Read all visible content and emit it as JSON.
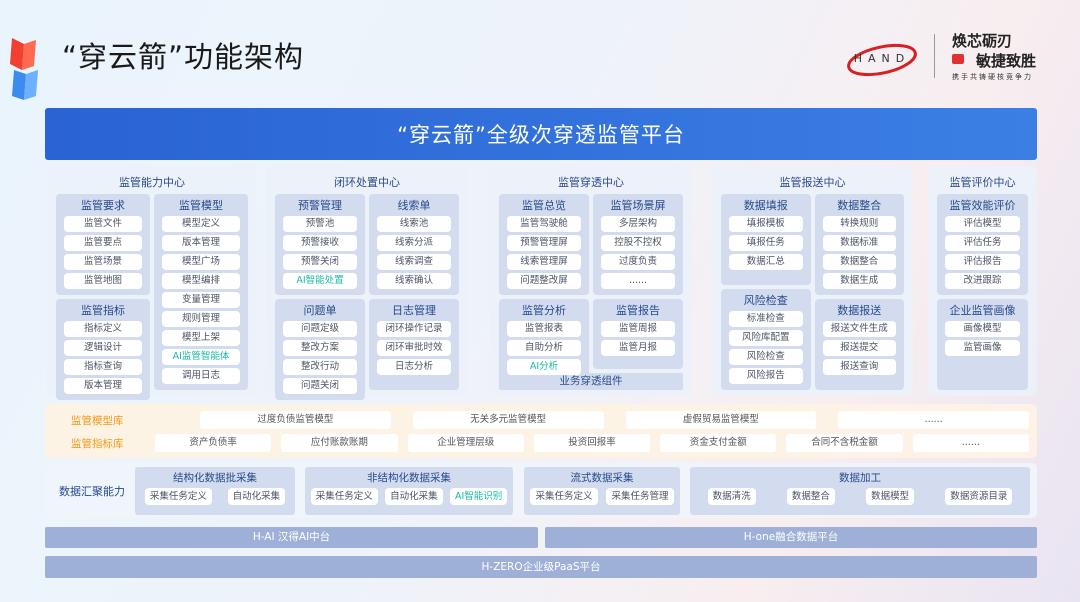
{
  "header": {
    "title": "“穿云箭”功能架构",
    "logo_text": "HAND",
    "slogan_line1": "焕芯砺刃",
    "slogan_line2": "敏捷致胜",
    "slogan_line3": "携手共铸硬核竞争力"
  },
  "banner": "“穿云箭”全级次穿透监管平台",
  "centers": [
    {
      "title": "监管能力中心",
      "cols": [
        [
          {
            "title": "监管要求",
            "items": [
              "监管文件",
              "监管要点",
              "监管场景",
              "监管地图"
            ]
          },
          {
            "title": "监管指标",
            "items": [
              "指标定义",
              "逻辑设计",
              "指标查询",
              "版本管理"
            ]
          }
        ],
        [
          {
            "title": "监管模型",
            "items": [
              "模型定义",
              "版本管理",
              "模型广场",
              "模型编排",
              "变量管理",
              "规则管理",
              "模型上架",
              "AI监管智能体",
              "调用日志"
            ]
          }
        ]
      ]
    },
    {
      "title": "闭环处置中心",
      "cols": [
        [
          {
            "title": "预警管理",
            "items": [
              "预警池",
              "预警接收",
              "预警关闭",
              "AI智能处置"
            ]
          },
          {
            "title": "问题单",
            "items": [
              "问题定级",
              "整改方案",
              "整改行动",
              "问题关闭"
            ]
          }
        ],
        [
          {
            "title": "线索单",
            "items": [
              "线索池",
              "线索分派",
              "线索调查",
              "线索确认"
            ]
          },
          {
            "title": "日志管理",
            "items": [
              "闭环操作记录",
              "闭环审批时效",
              "日志分析"
            ]
          }
        ]
      ]
    },
    {
      "title": "监管穿透中心",
      "cols": [
        [
          {
            "title": "监管总览",
            "items": [
              "监管驾驶舱",
              "预警管理屏",
              "线索管理屏",
              "问题整改屏"
            ]
          },
          {
            "title": "监管分析",
            "items": [
              "监管报表",
              "自助分析",
              "AI分析"
            ]
          }
        ],
        [
          {
            "title": "监管场景屏",
            "items": [
              "多层架构",
              "控股不控权",
              "过度负责",
              "......"
            ]
          },
          {
            "title": "监管报告",
            "items": [
              "监管周报",
              "监管月报"
            ]
          }
        ]
      ],
      "footer": "业务穿透组件"
    },
    {
      "title": "监管报送中心",
      "cols": [
        [
          {
            "title": "数据填报",
            "items": [
              "填报模板",
              "填报任务",
              "数据汇总"
            ]
          },
          {
            "title": "风险检查",
            "items": [
              "标准检查",
              "风险库配置",
              "风险检查",
              "风险报告"
            ]
          }
        ],
        [
          {
            "title": "数据整合",
            "items": [
              "转换规则",
              "数据标准",
              "数据整合",
              "数据生成"
            ]
          },
          {
            "title": "数据报送",
            "items": [
              "报送文件生成",
              "报送提交",
              "报送查询"
            ]
          }
        ]
      ]
    },
    {
      "title": "监管评价中心",
      "cols": [
        [
          {
            "title": "监管效能评价",
            "items": [
              "评估模型",
              "评估任务",
              "评估报告",
              "改进跟踪"
            ]
          },
          {
            "title": "企业监管画像",
            "items": [
              "画像模型",
              "监管画像"
            ]
          }
        ]
      ]
    }
  ],
  "model_lib": {
    "label": "监管模型库",
    "items": [
      "过度负债监管模型",
      "无关多元监管模型",
      "虚假贸易监管模型",
      "......"
    ]
  },
  "index_lib": {
    "label": "监管指标库",
    "items": [
      "资产负债率",
      "应付账款账期",
      "企业管理层级",
      "投资回报率",
      "资金支付金额",
      "合同不含税金额",
      "......"
    ]
  },
  "data_agg": {
    "label": "数据汇聚能力",
    "groups": [
      {
        "title": "结构化数据批采集",
        "items": [
          "采集任务定义",
          "自动化采集"
        ]
      },
      {
        "title": "非结构化数据采集",
        "items": [
          "采集任务定义",
          "自动化采集",
          "AI智能识别"
        ]
      },
      {
        "title": "流式数据采集",
        "items": [
          "采集任务定义",
          "采集任务管理"
        ]
      },
      {
        "title": "数据加工",
        "items": [
          "数据清洗",
          "数据整合",
          "数据模型",
          "数据资源目录"
        ]
      }
    ]
  },
  "platforms": {
    "hai": "H-AI 汉得AI中台",
    "hone": "H-one融合数据平台",
    "hzero": "H-ZERO企业级PaaS平台"
  }
}
